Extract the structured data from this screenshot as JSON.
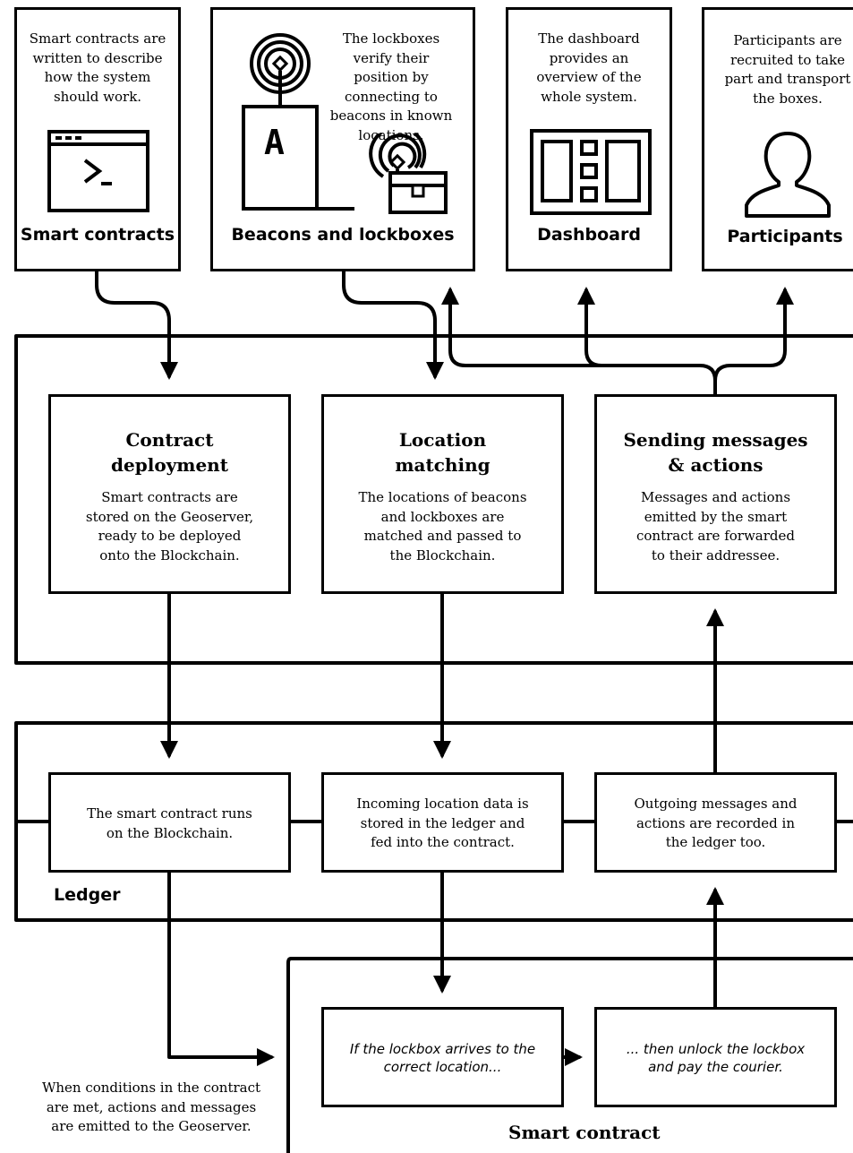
{
  "top_cards": {
    "smart_contracts": {
      "description": "Smart contracts are written to describe how the system should work.",
      "title": "Smart contracts"
    },
    "beacons": {
      "description": "The lockboxes verify their position by connecting to beacons in known locations.",
      "title": "Beacons and lockboxes",
      "building_letter": "A"
    },
    "dashboard": {
      "description": "The dashboard provides an overview of the whole system.",
      "title": "Dashboard"
    },
    "participants": {
      "description": "Participants are recruited to take part and transport the boxes.",
      "title": "Participants"
    }
  },
  "geoserver": {
    "contract_deployment": {
      "title": "Contract deployment",
      "description": "Smart contracts are stored on the Geoserver, ready to be deployed onto the Blockchain."
    },
    "location_matching": {
      "title": "Location matching",
      "description": "The locations of beacons and lockboxes are matched and passed to the Blockchain."
    },
    "sending_messages": {
      "title": "Sending messages & actions",
      "description": "Messages and actions emitted by the smart contract are forwarded to their addressee."
    }
  },
  "ledger": {
    "label": "Ledger",
    "runs": "The smart contract runs on the Blockchain.",
    "incoming": "Incoming location data is stored in the ledger and fed into the contract.",
    "outgoing": "Outgoing messages and actions are recorded in the ledger too."
  },
  "smart_contract": {
    "label": "Smart contract",
    "condition": "If the lockbox arrives to the correct location...",
    "action": "... then unlock the lockbox and pay the courier."
  },
  "emit_note": "When conditions in the contract are met, actions and messages are emitted to the Geoserver."
}
